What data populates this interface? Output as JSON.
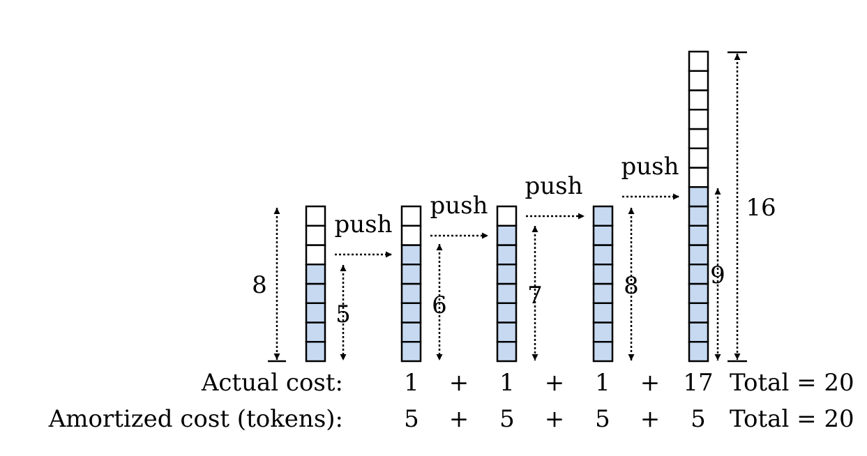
{
  "push_label": "push",
  "stacks": [
    {
      "capacity": 8,
      "filled": 5,
      "capacity_label": "8",
      "fill_label": "5"
    },
    {
      "capacity": 8,
      "filled": 6,
      "fill_label": "6"
    },
    {
      "capacity": 8,
      "filled": 7,
      "fill_label": "7"
    },
    {
      "capacity": 8,
      "filled": 8,
      "fill_label": "8"
    },
    {
      "capacity": 16,
      "filled": 9,
      "capacity_label": "16",
      "fill_label": "9"
    }
  ],
  "rows": [
    {
      "label": "Actual cost:",
      "values": [
        "1",
        "1",
        "1",
        "17"
      ],
      "total": "Total = 20"
    },
    {
      "label": "Amortized cost (tokens):",
      "values": [
        "5",
        "5",
        "5",
        "5"
      ],
      "total": "Total = 20"
    }
  ],
  "plus_sign": "+",
  "colors": {
    "filled": "#c6d9f1",
    "empty": "#ffffff",
    "stroke": "#000000"
  }
}
